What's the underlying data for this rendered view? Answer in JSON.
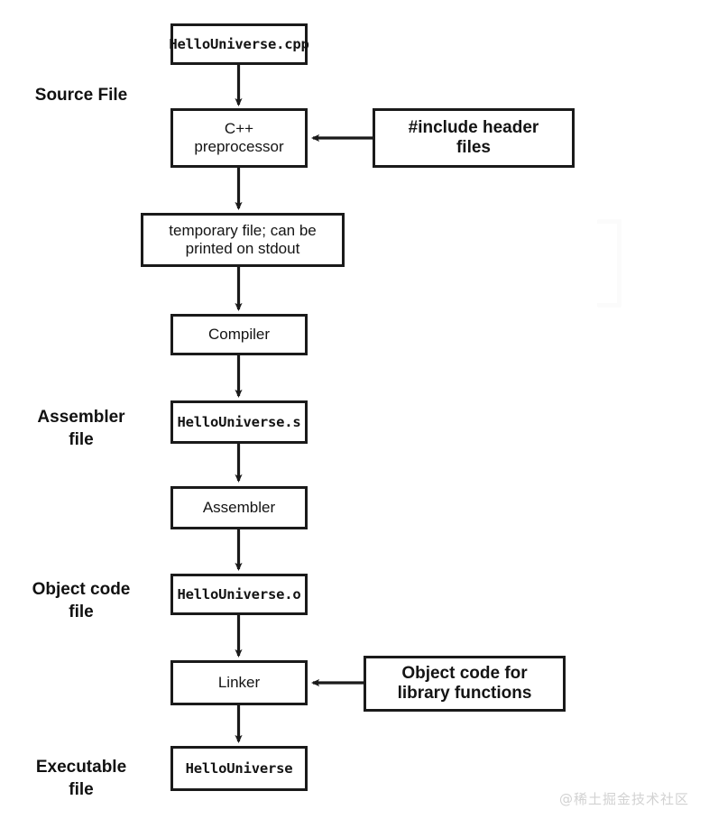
{
  "diagram": {
    "title": "C++ compilation pipeline",
    "stage_labels": [
      {
        "id": "source-file",
        "text": "Source File"
      },
      {
        "id": "assembler-file",
        "text": "Assembler\nfile"
      },
      {
        "id": "object-code-file",
        "text": "Object code\nfile"
      },
      {
        "id": "executable-file",
        "text": "Executable\nfile"
      }
    ],
    "nodes": [
      {
        "id": "hellouniverse-cpp",
        "text": "HelloUniverse.cpp",
        "style": "mono"
      },
      {
        "id": "cpp-preprocessor",
        "text": "C++\npreprocessor",
        "style": "plain"
      },
      {
        "id": "include-header-files",
        "text": "#include header\nfiles",
        "style": "bold"
      },
      {
        "id": "temporary-file",
        "text": "temporary file; can be\nprinted on stdout",
        "style": "plain"
      },
      {
        "id": "compiler",
        "text": "Compiler",
        "style": "plain"
      },
      {
        "id": "hellouniverse-s",
        "text": "HelloUniverse.s",
        "style": "mono"
      },
      {
        "id": "assembler",
        "text": "Assembler",
        "style": "plain"
      },
      {
        "id": "hellouniverse-o",
        "text": "HelloUniverse.o",
        "style": "mono"
      },
      {
        "id": "linker",
        "text": "Linker",
        "style": "plain"
      },
      {
        "id": "object-code-library",
        "text": "Object code for\nlibrary functions",
        "style": "bold"
      },
      {
        "id": "hellouniverse-exe",
        "text": "HelloUniverse",
        "style": "mono"
      }
    ],
    "edges": [
      {
        "from": "hellouniverse-cpp",
        "to": "cpp-preprocessor",
        "direction": "down"
      },
      {
        "from": "include-header-files",
        "to": "cpp-preprocessor",
        "direction": "left"
      },
      {
        "from": "cpp-preprocessor",
        "to": "temporary-file",
        "direction": "down"
      },
      {
        "from": "temporary-file",
        "to": "compiler",
        "direction": "down"
      },
      {
        "from": "compiler",
        "to": "hellouniverse-s",
        "direction": "down"
      },
      {
        "from": "hellouniverse-s",
        "to": "assembler",
        "direction": "down"
      },
      {
        "from": "assembler",
        "to": "hellouniverse-o",
        "direction": "down"
      },
      {
        "from": "hellouniverse-o",
        "to": "linker",
        "direction": "down"
      },
      {
        "from": "object-code-library",
        "to": "linker",
        "direction": "left"
      },
      {
        "from": "linker",
        "to": "hellouniverse-exe",
        "direction": "down"
      }
    ],
    "colors": {
      "stroke": "#1a1a1a",
      "fill": "#ffffff",
      "text": "#141414",
      "watermark": "#d2d2d2"
    }
  },
  "watermark": {
    "text": "@稀土掘金技术社区"
  }
}
